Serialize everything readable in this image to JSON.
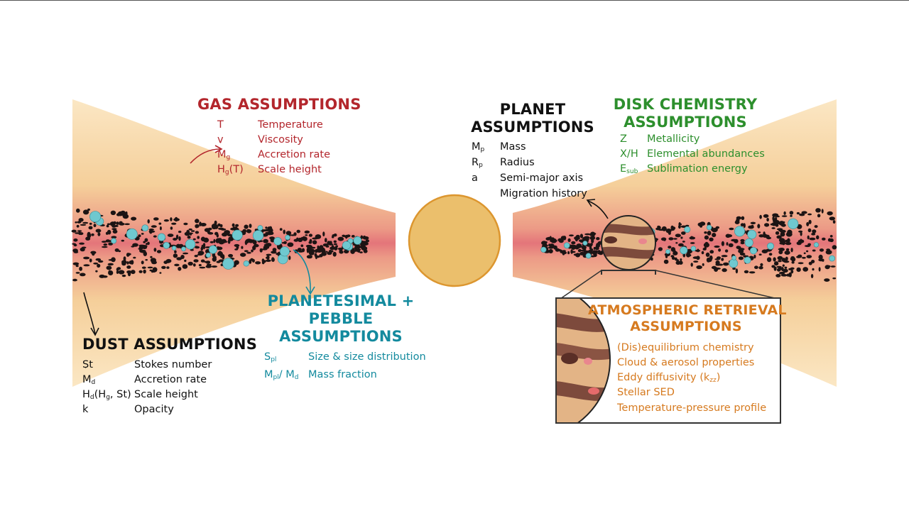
{
  "colors": {
    "gas": "#b3262c",
    "dust": "#111111",
    "planetesimal": "#138a9e",
    "planet": "#111111",
    "chemistry": "#2d8f2d",
    "atmosphere": "#d67a1f",
    "star": "#ebbf6c",
    "disk_outer": "#f7d9a8",
    "disk_inner": "#e4757a",
    "pebble": "#6fc8cf"
  },
  "gas": {
    "title": "GAS ASSUMPTIONS",
    "items": [
      {
        "sym": "T",
        "label": "Temperature"
      },
      {
        "sym": "v",
        "label": "Viscosity"
      },
      {
        "sym": "M",
        "sub": "g",
        "label": "Accretion rate"
      },
      {
        "sym": "H",
        "sub": "g",
        "sym2": "(T)",
        "label": "Scale height"
      }
    ]
  },
  "dust": {
    "title": "DUST ASSUMPTIONS",
    "items": [
      {
        "sym": "St",
        "label": "Stokes number"
      },
      {
        "sym": "M",
        "sub": "d",
        "label": "Accretion rate"
      },
      {
        "sym": "H",
        "sub": "d",
        "sym2": "(H",
        "sub2": "g",
        "sym3": ", St)",
        "label": "Scale height"
      },
      {
        "sym": "k",
        "label": "Opacity"
      }
    ]
  },
  "planetesimal": {
    "title_line1": "PLANETESIMAL +",
    "title_line2": "PEBBLE",
    "title_line3": "ASSUMPTIONS",
    "items": [
      {
        "sym": "S",
        "sub": "pl",
        "label": "Size & size distribution"
      },
      {
        "sym": "M",
        "sub": "pl",
        "sym2": "/ M",
        "sub2": "d",
        "label": "Mass fraction"
      }
    ]
  },
  "planet": {
    "title_line1": "PLANET",
    "title_line2": "ASSUMPTIONS",
    "items": [
      {
        "sym": "M",
        "sub": "p",
        "label": "Mass"
      },
      {
        "sym": "R",
        "sub": "p",
        "label": "Radius"
      },
      {
        "sym": "a",
        "label": "Semi-major axis"
      },
      {
        "sym": "",
        "label": "Migration history"
      }
    ]
  },
  "chemistry": {
    "title_line1": "DISK CHEMISTRY",
    "title_line2": "ASSUMPTIONS",
    "items": [
      {
        "sym": "Z",
        "label": "Metallicity"
      },
      {
        "sym": "X/H",
        "label": "Elemental abundances"
      },
      {
        "sym": "E",
        "sub": "sub",
        "label": "Sublimation energy"
      }
    ]
  },
  "atmosphere": {
    "title_line1": "ATMOSPHERIC RETRIEVAL",
    "title_line2": "ASSUMPTIONS",
    "items": [
      {
        "label": "(Dis)equilibrium chemistry"
      },
      {
        "label": "Cloud & aerosol properties"
      },
      {
        "label": "Eddy diffusivity (k",
        "sub": "zz",
        "label_end": ")"
      },
      {
        "label": "Stellar SED"
      },
      {
        "label": "Temperature-pressure profile"
      }
    ]
  }
}
